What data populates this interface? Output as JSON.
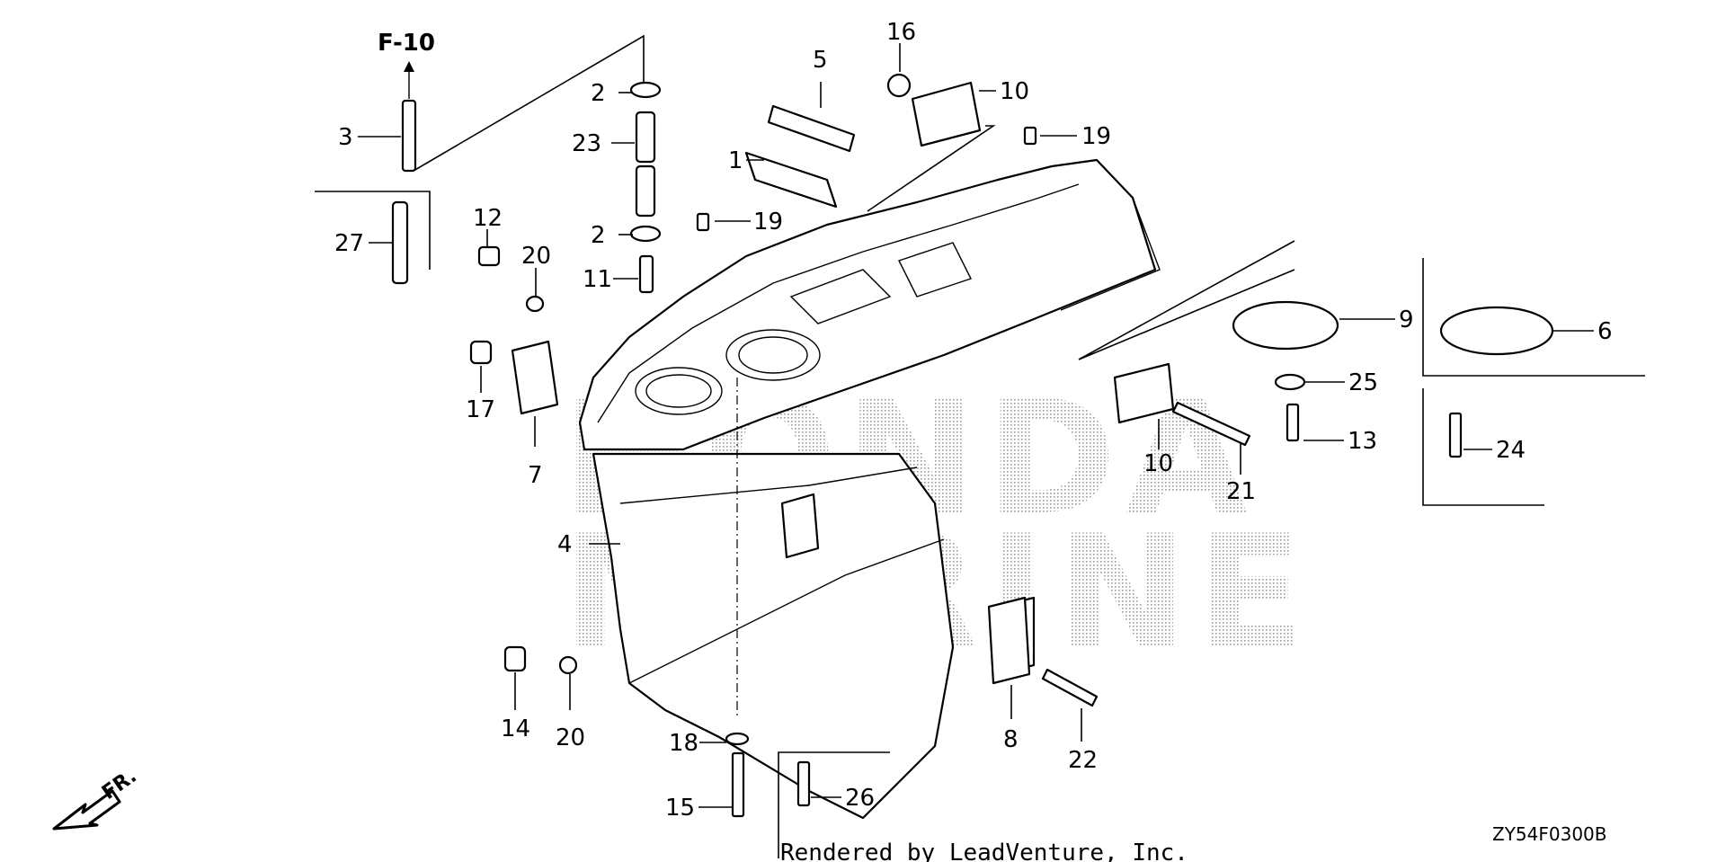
{
  "diagram": {
    "reference_label": "F-10",
    "drawing_code": "ZY54F0300B",
    "credit": "Rendered by LeadVenture, Inc.",
    "front_label": "FR.",
    "watermark": {
      "line1": "HONDA",
      "line2": "MARINE"
    },
    "callouts": [
      {
        "id": "c1",
        "label": "1"
      },
      {
        "id": "c2a",
        "label": "2"
      },
      {
        "id": "c2b",
        "label": "2"
      },
      {
        "id": "c3",
        "label": "3"
      },
      {
        "id": "c4",
        "label": "4"
      },
      {
        "id": "c5",
        "label": "5"
      },
      {
        "id": "c6",
        "label": "6"
      },
      {
        "id": "c7",
        "label": "7"
      },
      {
        "id": "c8",
        "label": "8"
      },
      {
        "id": "c9",
        "label": "9"
      },
      {
        "id": "c10a",
        "label": "10"
      },
      {
        "id": "c10b",
        "label": "10"
      },
      {
        "id": "c11",
        "label": "11"
      },
      {
        "id": "c12",
        "label": "12"
      },
      {
        "id": "c13",
        "label": "13"
      },
      {
        "id": "c14",
        "label": "14"
      },
      {
        "id": "c15",
        "label": "15"
      },
      {
        "id": "c16",
        "label": "16"
      },
      {
        "id": "c17",
        "label": "17"
      },
      {
        "id": "c18",
        "label": "18"
      },
      {
        "id": "c19a",
        "label": "19"
      },
      {
        "id": "c19b",
        "label": "19"
      },
      {
        "id": "c20a",
        "label": "20"
      },
      {
        "id": "c20b",
        "label": "20"
      },
      {
        "id": "c21",
        "label": "21"
      },
      {
        "id": "c22",
        "label": "22"
      },
      {
        "id": "c23",
        "label": "23"
      },
      {
        "id": "c24",
        "label": "24"
      },
      {
        "id": "c25",
        "label": "25"
      },
      {
        "id": "c26",
        "label": "26"
      },
      {
        "id": "c27",
        "label": "27"
      }
    ]
  }
}
